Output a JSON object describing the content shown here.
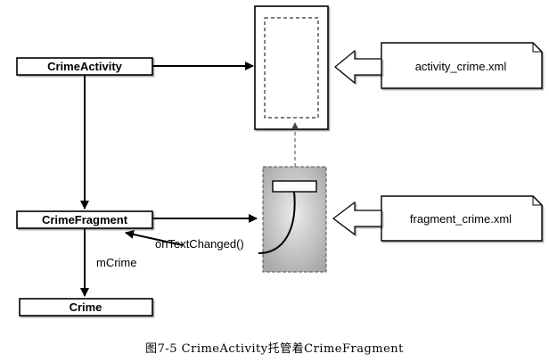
{
  "nodes": {
    "crime_activity": "CrimeActivity",
    "crime_fragment": "CrimeFragment",
    "crime": "Crime"
  },
  "files": {
    "activity_layout": "activity_crime.xml",
    "fragment_layout": "fragment_crime.xml"
  },
  "edges": {
    "mcrime": "mCrime",
    "on_text_changed": "onTextChanged()"
  },
  "caption": "图7-5  CrimeActivity托管着CrimeFragment",
  "colors": {
    "stroke": "#000000",
    "fragment_fill_light": "#e6e6e6",
    "fragment_fill_dark": "#a6a6a6",
    "dashed": "#444444"
  }
}
